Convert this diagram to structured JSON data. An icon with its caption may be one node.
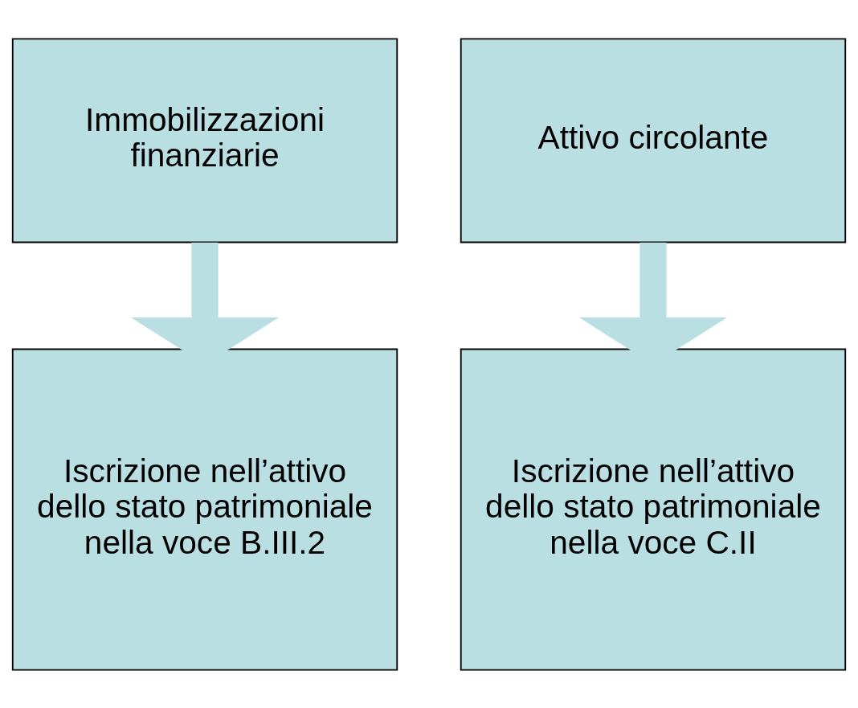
{
  "diagram": {
    "nodes": [
      {
        "text": [
          "Immobilizzazioni finanziarie"
        ]
      },
      {
        "text": [
          "Attivo circolante"
        ]
      },
      {
        "text": [
          "Iscrizione nell’attivo dello stato patrimoniale nella voce B.III.2"
        ]
      },
      {
        "text": [
          "Iscrizione nell’attivo dello stato patrimoniale nella voce C.II"
        ]
      }
    ],
    "edges": [
      {
        "from": 0,
        "to": 2,
        "arrow": "to"
      },
      {
        "from": 1,
        "to": 3,
        "arrow": "to"
      }
    ]
  }
}
